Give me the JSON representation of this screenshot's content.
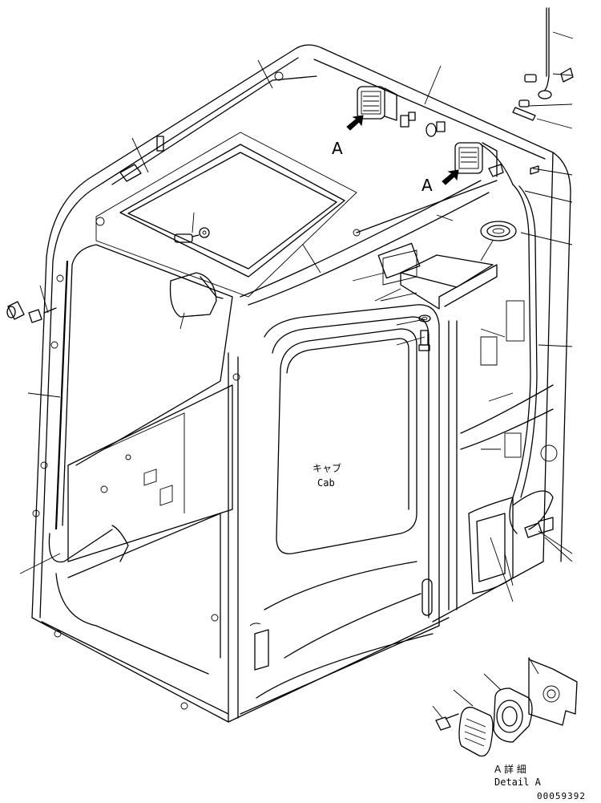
{
  "labels": {
    "view_marker_1": "A",
    "view_marker_2": "A",
    "cab_jp": "キャブ",
    "cab_en": "Cab",
    "detail_jp": "A 詳 細",
    "detail_en": "Detail A",
    "drawing_number": "00059392"
  }
}
